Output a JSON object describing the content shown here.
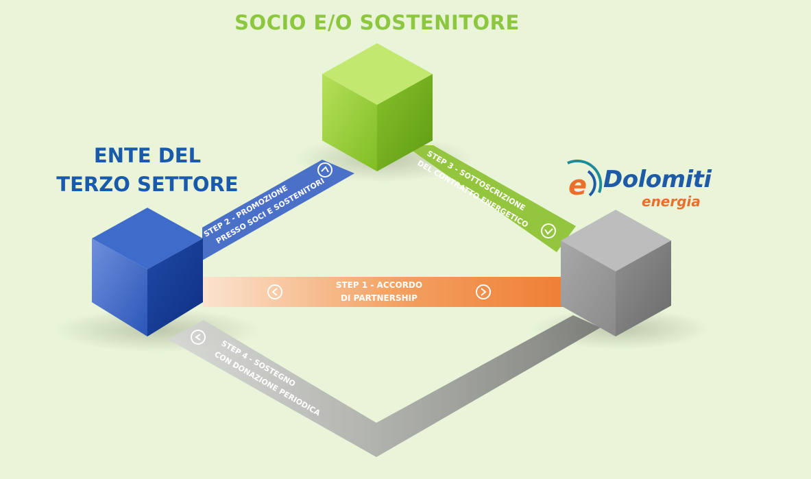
{
  "headings": {
    "socio": "SOCIO E/O SOSTENITORE",
    "ente_line1": "ENTE DEL",
    "ente_line2": "TERZO SETTORE"
  },
  "logo": {
    "brand": "Dolomiti",
    "sub": "energia",
    "letter": "e",
    "colors": {
      "blue": "#1e5aa6",
      "orange": "#e8702a",
      "teal": "#1f8a98"
    }
  },
  "steps": {
    "step1": {
      "line1": "STEP 1 - ACCORDO",
      "line2": "DI PARTNERSHIP"
    },
    "step2": {
      "line1": "STEP 2 - PROMOZIONE",
      "line2": "PRESSO SOCI E SOSTENITORI"
    },
    "step3": {
      "line1": "STEP 3 - SOTTOSCRIZIONE",
      "line2": "DEL CONTRATTO ENERGETICO"
    },
    "step4": {
      "line1": "STEP 4 - SOSTEGNO",
      "line2": "CON DONAZIONE PERIODICA"
    }
  },
  "colors": {
    "background": "#e9f4d8",
    "socio_green": "#8dc63f",
    "ente_blue": "#1a5aab",
    "step1_orange": "#f08a45",
    "step2_blue": "#4a70c8",
    "step3_green": "#94c53e",
    "step4_gray": "#a6a6a6"
  },
  "icons": [
    "arrow-left-circle-icon",
    "arrow-right-circle-icon",
    "arrow-up-circle-icon",
    "arrow-down-circle-icon"
  ]
}
